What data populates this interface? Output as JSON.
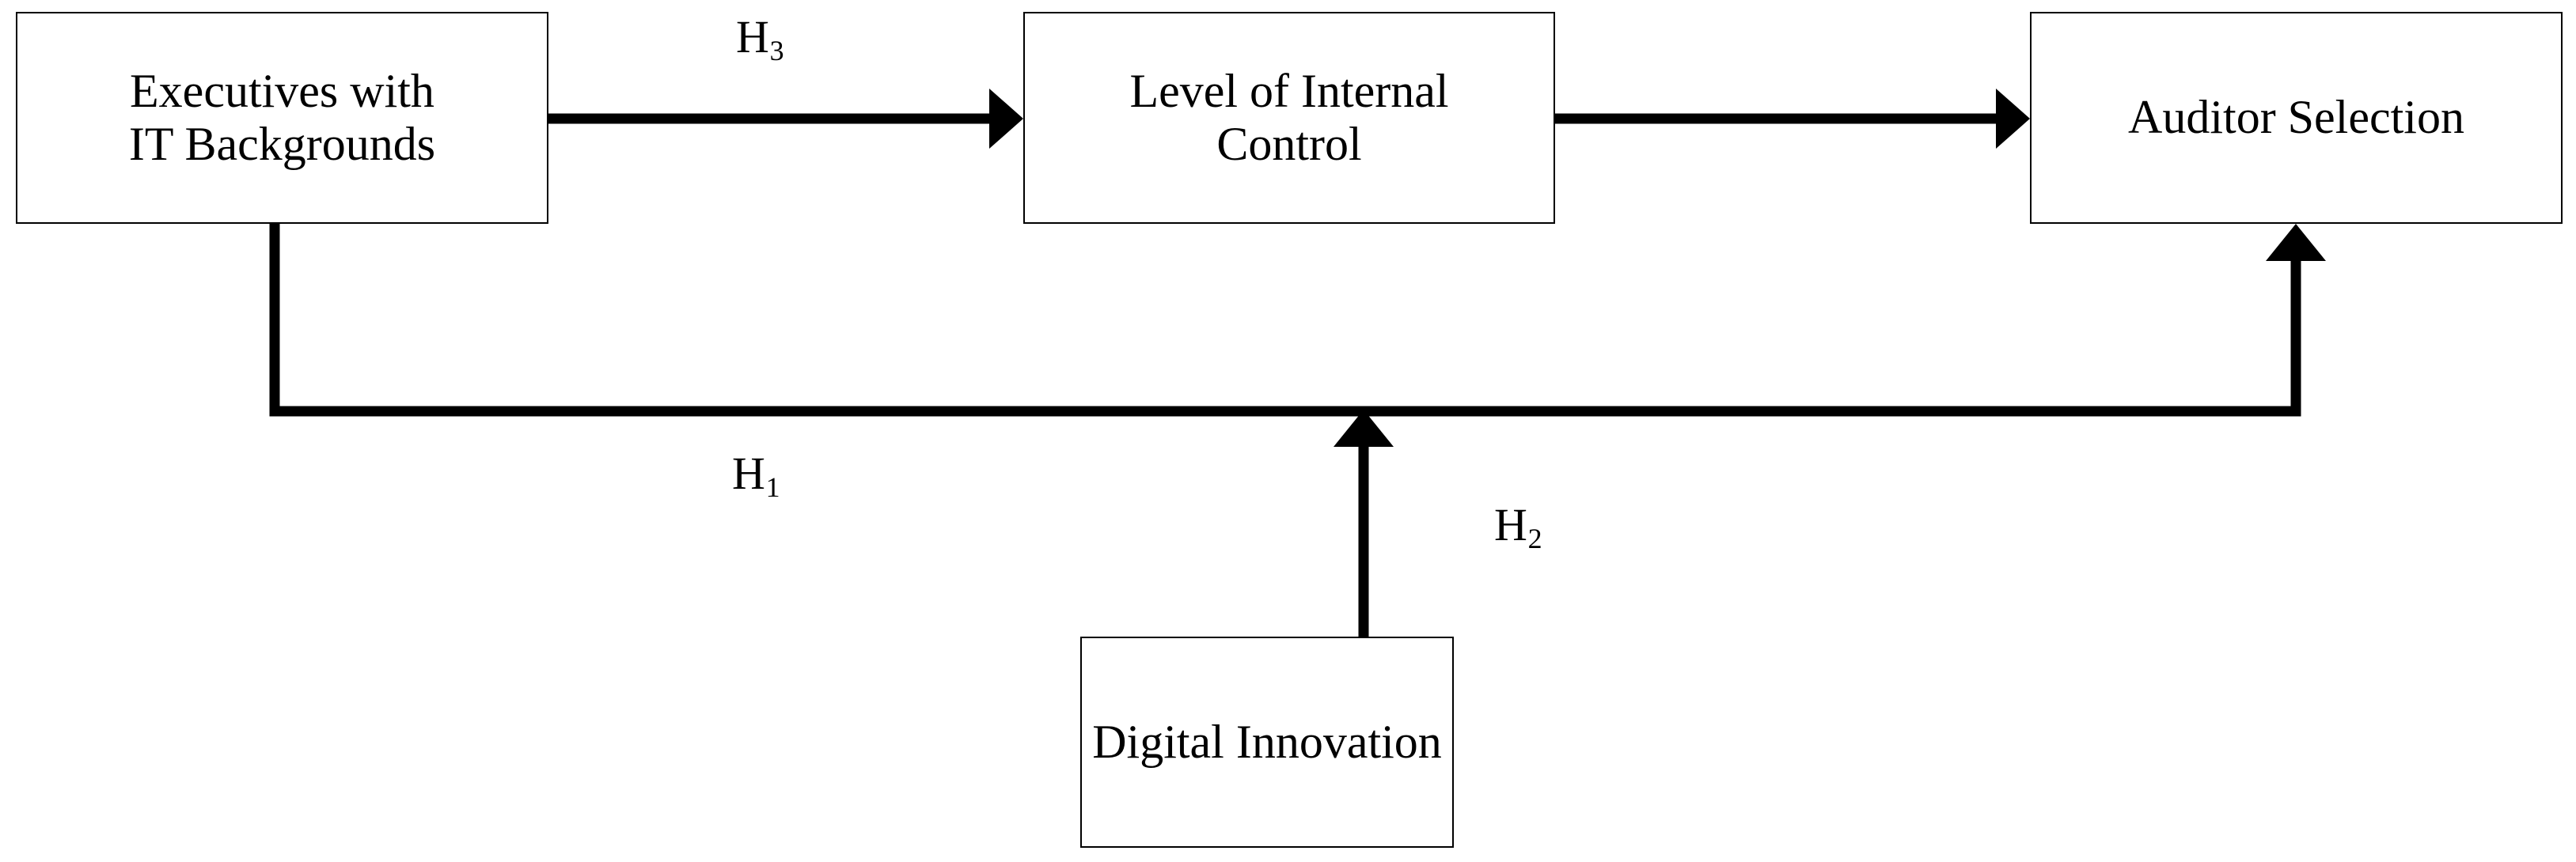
{
  "diagram": {
    "type": "research-model-path-diagram",
    "background_color": "#ffffff",
    "line_color": "#000000",
    "box_border_color": "#000000",
    "nodes": [
      {
        "id": "executives",
        "label_line1": "Executives with",
        "label_line2": "IT Backgrounds"
      },
      {
        "id": "internal_control",
        "label_line1": "Level of Internal",
        "label_line2": "Control"
      },
      {
        "id": "auditor",
        "label_line1": "Auditor Selection",
        "label_line2": ""
      },
      {
        "id": "digital",
        "label_line1": "Digital Innovation",
        "label_line2": ""
      }
    ],
    "hypotheses": [
      {
        "id": "h1",
        "letter": "H",
        "subscript": "1",
        "from": "executives",
        "to": "auditor"
      },
      {
        "id": "h2",
        "letter": "H",
        "subscript": "2",
        "from": "digital",
        "to": "h1-path"
      },
      {
        "id": "h3",
        "letter": "H",
        "subscript": "3",
        "from": "executives",
        "to": "internal_control"
      }
    ],
    "edges": [
      {
        "id": "edge-exec-to-control",
        "label": "H3",
        "arrowhead": true
      },
      {
        "id": "edge-control-to-auditor",
        "label": "",
        "arrowhead": true
      },
      {
        "id": "edge-exec-to-auditor",
        "label": "H1",
        "arrowhead": true
      },
      {
        "id": "edge-digital-to-h1path",
        "label": "H2",
        "arrowhead": true
      }
    ]
  }
}
